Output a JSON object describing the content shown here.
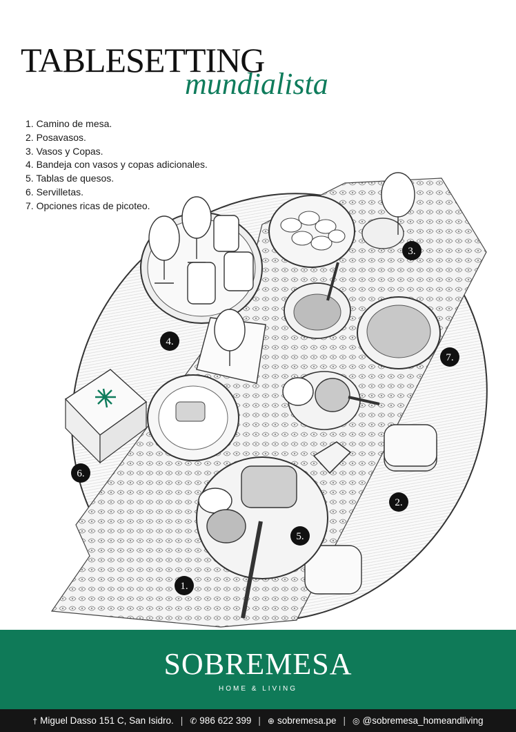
{
  "title": {
    "main": "TABLESETTING",
    "accent": "mundialista"
  },
  "legend": [
    "1. Camino de mesa.",
    "2. Posavasos.",
    "3. Vasos y Copas.",
    "4. Bandeja con vasos y copas adicionales.",
    "5. Tablas de quesos.",
    "6. Servilletas.",
    "7. Opciones ricas de picoteo."
  ],
  "markers": [
    "1.",
    "2.",
    "3.",
    "4.",
    "5.",
    "6.",
    "7."
  ],
  "brand": {
    "name": "SOBREMESA",
    "tagline": "HOME & LIVING"
  },
  "contact": {
    "address": "Miguel Dasso 151 C, San Isidro.",
    "phone": "986 622 399",
    "website": "sobremesa.pe",
    "instagram": "@sobremesa_homeandliving"
  },
  "colors": {
    "accent": "#0f7c5c",
    "band": "#0f7a58",
    "bar": "#151515"
  }
}
